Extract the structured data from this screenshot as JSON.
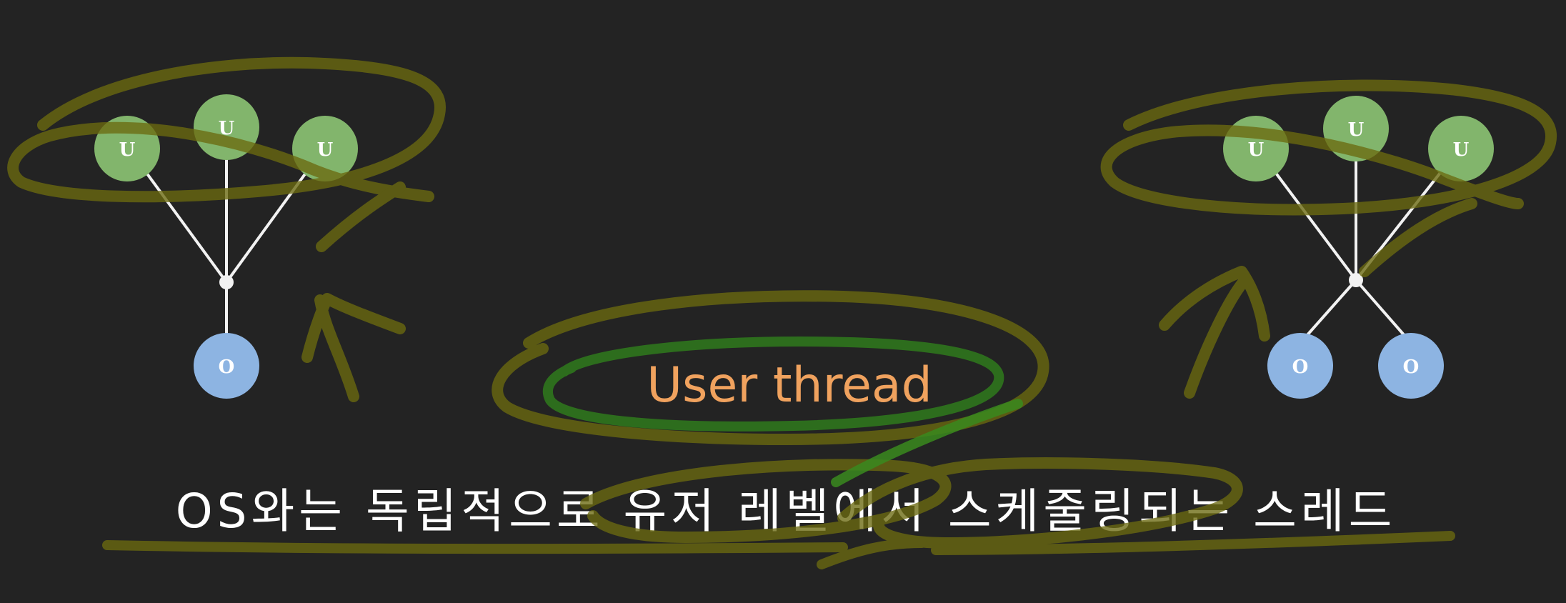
{
  "colors": {
    "background": "#232323",
    "user_node": "#82b56c",
    "os_node": "#8db4e2",
    "title": "#f0a25e",
    "caption": "#ffffff",
    "highlighter_olive": "#6b6a10",
    "highlighter_green": "#2f7a1c"
  },
  "diagram": {
    "left_model": {
      "user_nodes": [
        {
          "label": "U"
        },
        {
          "label": "U"
        },
        {
          "label": "U"
        }
      ],
      "os_nodes": [
        {
          "label": "O"
        }
      ]
    },
    "right_model": {
      "user_nodes": [
        {
          "label": "U"
        },
        {
          "label": "U"
        },
        {
          "label": "U"
        }
      ],
      "os_nodes": [
        {
          "label": "O"
        },
        {
          "label": "O"
        }
      ]
    },
    "title": "User thread",
    "caption": "OS와는 독립적으로 유저 레벨에서 스케줄링되는 스레드"
  }
}
